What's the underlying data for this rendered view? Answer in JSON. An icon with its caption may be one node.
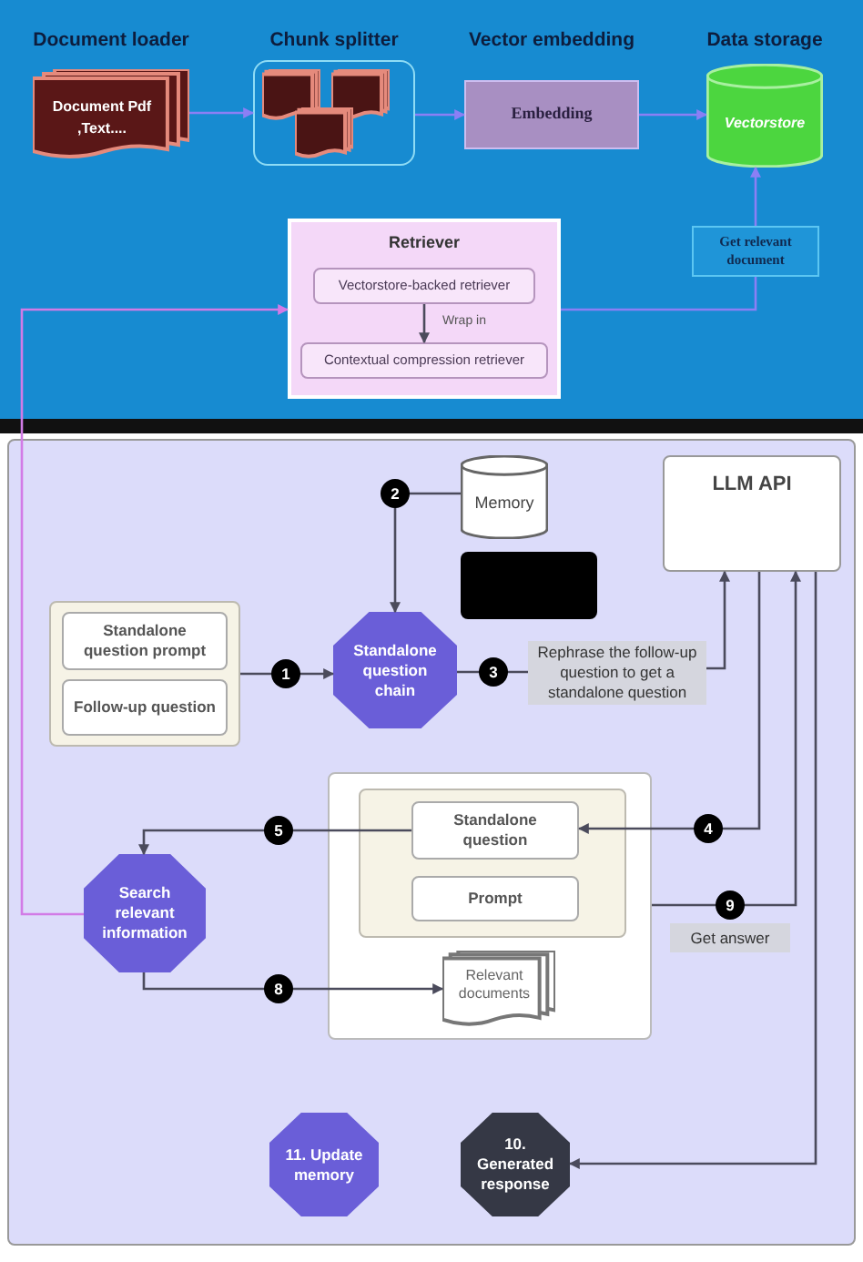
{
  "diagram": {
    "nodes": [
      {
        "text": [
          "Document loader",
          "Document Pdf ,Text...."
        ]
      },
      {
        "text": [
          "Chunk splitter"
        ]
      },
      {
        "text": [
          "Vector embedding",
          "Embedding"
        ]
      },
      {
        "text": [
          "Data storage",
          "Vectorstore"
        ]
      },
      {
        "text": [
          "Retriever"
        ]
      },
      {
        "text": [
          "Vectorstore-backed retriever"
        ],
        "in": 4
      },
      {
        "text": [
          "Contextual compression retriever"
        ],
        "in": 4
      },
      {
        "text": [
          "Get relevant document"
        ]
      },
      {
        "text": [
          "Memory"
        ]
      },
      {
        "text": [
          "LLM API"
        ]
      },
      {
        "text": [],
        "shape": "box"
      },
      {
        "text": [],
        "shape": "box"
      },
      {
        "text": [
          "Standalone question prompt"
        ],
        "in": 11
      },
      {
        "text": [
          "Follow-up question"
        ],
        "in": 11
      },
      {
        "text": [
          "Standalone question chain"
        ]
      },
      {
        "text": [
          "Rephrase the follow-up question to get a standalone question"
        ]
      },
      {
        "text": [],
        "shape": "box"
      },
      {
        "text": [],
        "shape": "box",
        "in": 16
      },
      {
        "text": [
          "Standalone question"
        ],
        "in": 17
      },
      {
        "text": [
          "Prompt"
        ],
        "in": 17
      },
      {
        "text": [
          "Relevant documents"
        ],
        "in": 16
      },
      {
        "text": [
          "Search relevant information"
        ]
      },
      {
        "text": [
          "Get answer"
        ]
      },
      {
        "text": [
          "11. Update memory"
        ]
      },
      {
        "text": [
          "10. Generated response"
        ]
      }
    ],
    "edges": [
      {
        "from": 0,
        "to": 1,
        "arrow": "to",
        "color": "#8b7ff5"
      },
      {
        "from": 1,
        "to": 2,
        "arrow": "to",
        "color": "#8b7ff5"
      },
      {
        "from": 2,
        "to": 3,
        "arrow": "to",
        "color": "#8b7ff5"
      },
      {
        "from": 4,
        "to": 7,
        "arrow": "none",
        "color": "#8b7ff5"
      },
      {
        "from": 7,
        "to": 3,
        "arrow": "to",
        "color": "#8b7ff5"
      },
      {
        "from": 5,
        "to": 6,
        "arrow": "to",
        "label": "Wrap in"
      },
      {
        "from": 21,
        "to": 4,
        "arrow": "to",
        "color": "#d27be6"
      },
      {
        "from": 11,
        "to": 14,
        "arrow": "to",
        "label": "1"
      },
      {
        "from": 8,
        "to": 14,
        "arrow": "to",
        "label": "2"
      },
      {
        "from": 14,
        "to": 15,
        "arrow": "none",
        "label": "3"
      },
      {
        "from": 15,
        "to": 9,
        "arrow": "to"
      },
      {
        "from": 9,
        "to": 18,
        "arrow": "to",
        "label": "4"
      },
      {
        "from": 18,
        "to": 21,
        "arrow": "to",
        "label": "5"
      },
      {
        "from": 21,
        "to": 20,
        "arrow": "to",
        "label": "8"
      },
      {
        "from": 16,
        "to": 9,
        "arrow": "to",
        "label": "9"
      },
      {
        "from": 9,
        "to": 24,
        "arrow": "to"
      }
    ]
  }
}
